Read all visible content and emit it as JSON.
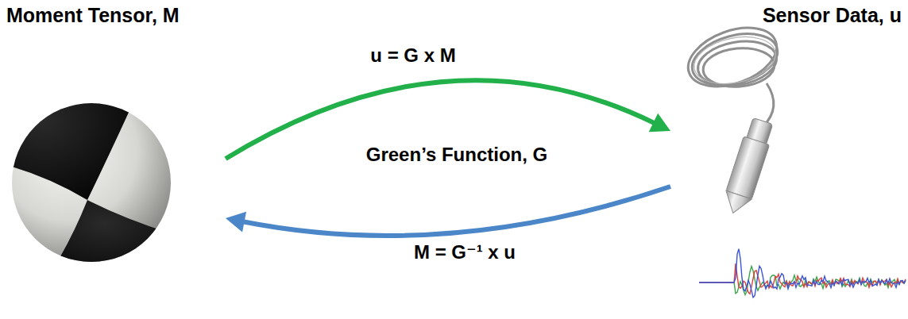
{
  "diagram": {
    "nodes": [
      {
        "text": [
          "Moment Tensor, M"
        ]
      },
      {
        "text": [
          "Sensor Data, u"
        ]
      }
    ],
    "edges": [
      {
        "from": 0,
        "to": 1,
        "arrow": "to",
        "label": "u =  G x M"
      },
      {
        "from": 1,
        "to": 0,
        "arrow": "to",
        "label": "M = G⁻¹ x u"
      }
    ],
    "labels": [
      "Green’s Function, G"
    ]
  }
}
